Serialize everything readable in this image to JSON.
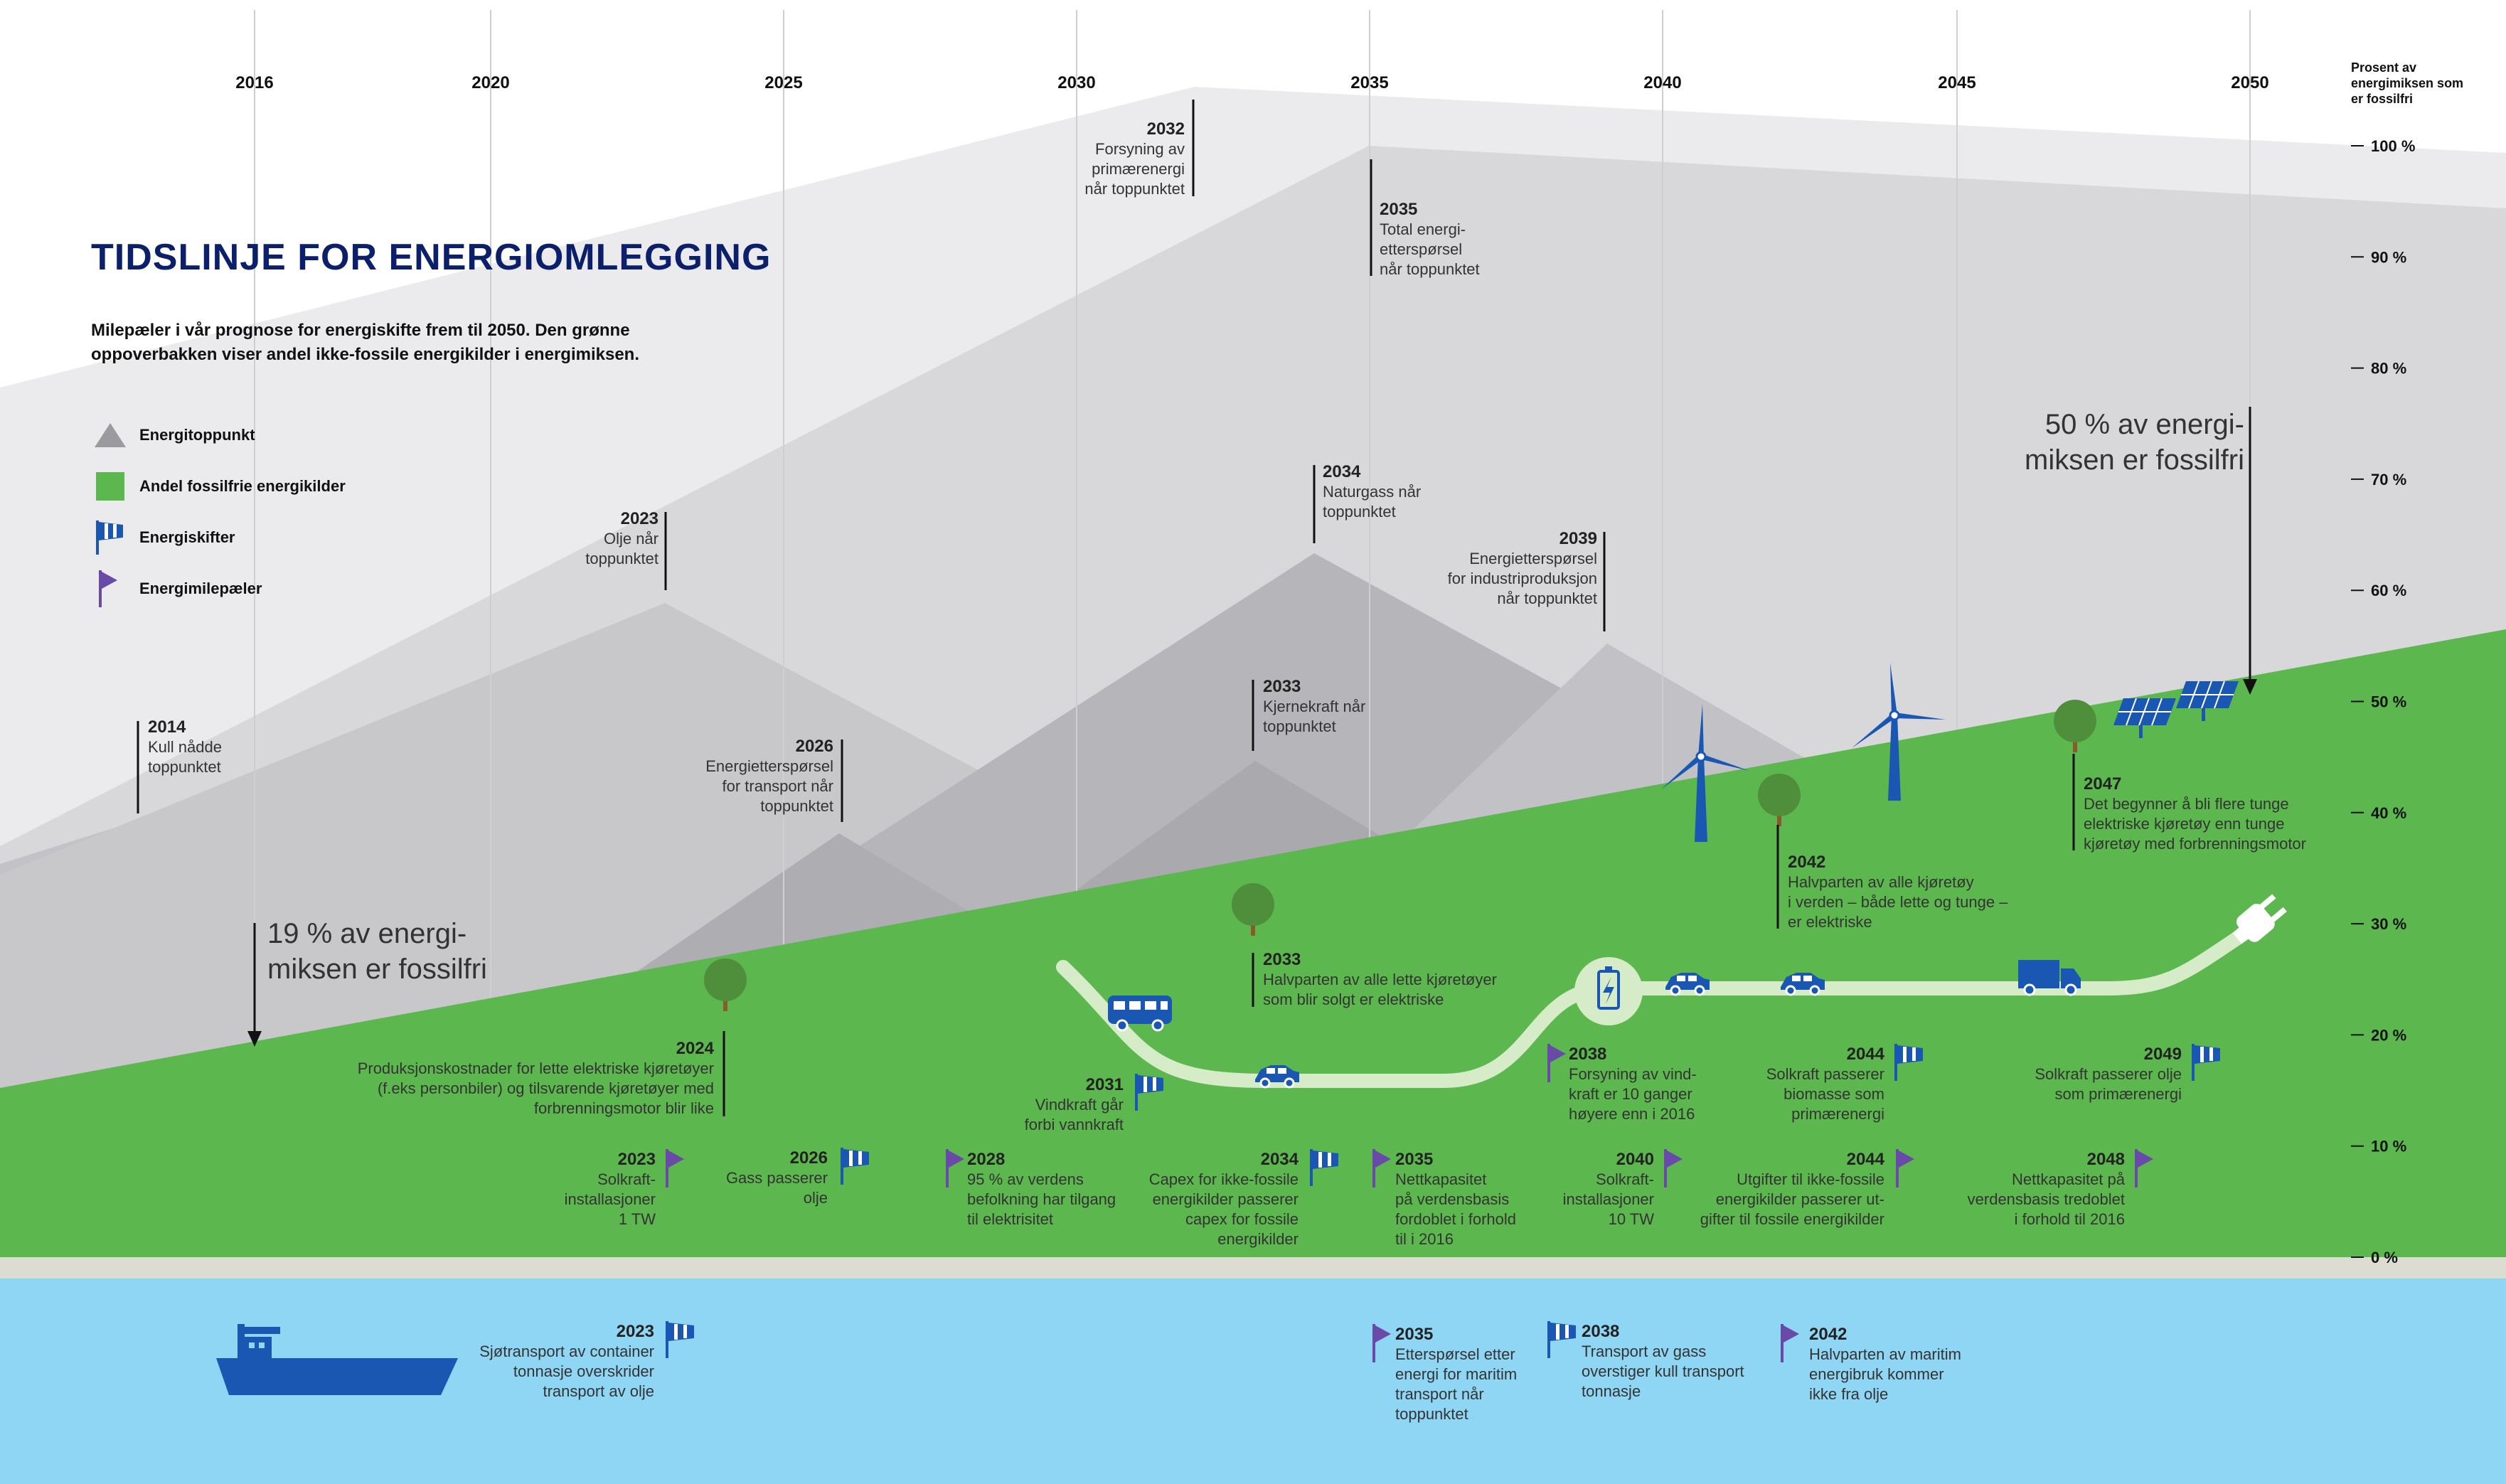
{
  "title": "TIDSLINJE FOR ENERGIOMLEGGING",
  "subtitle": "Milepæler i vår prognose for energiskifte frem til 2050. Den grønne oppoverbakken viser andel ikke-fossile energikilder i energimiksen.",
  "legend": [
    {
      "icon": "mountain-icon",
      "label": "Energitoppunkt"
    },
    {
      "icon": "green-square-icon",
      "label": "Andel fossilfrie energikilder"
    },
    {
      "icon": "windsock-icon",
      "label": "Energiskifter"
    },
    {
      "icon": "pennant-flag-icon",
      "label": "Energimilepæler"
    }
  ],
  "years": [
    "2016",
    "2020",
    "2025",
    "2030",
    "2035",
    "2040",
    "2045",
    "2050"
  ],
  "axis": {
    "title": "Prosent av energimiksen som er fossilfri",
    "ticks": [
      "100 %",
      "90 %",
      "80 %",
      "70 %",
      "60 %",
      "50 %",
      "40 %",
      "30 %",
      "20 %",
      "10 %",
      "0 %"
    ]
  },
  "notes": {
    "start": "19 % av energi-miksen er fossilfri",
    "end": "50 % av energi-miksen er fossilfri"
  },
  "peaks": [
    {
      "year": "2014",
      "lines": [
        "Kull nådde",
        "toppunktet"
      ]
    },
    {
      "year": "2023",
      "lines": [
        "Olje når",
        "toppunktet"
      ]
    },
    {
      "year": "2026",
      "lines": [
        "Energietterspørsel",
        "for transport når",
        "toppunktet"
      ]
    },
    {
      "year": "2032",
      "lines": [
        "Forsyning av",
        "primærenergi",
        "når toppunktet"
      ]
    },
    {
      "year": "2033",
      "lines": [
        "Kjernekraft når",
        "toppunktet"
      ]
    },
    {
      "year": "2034",
      "lines": [
        "Naturgass når",
        "toppunktet"
      ]
    },
    {
      "year": "2035",
      "lines": [
        "Total energi-",
        "etterspørsel",
        "når toppunktet"
      ]
    },
    {
      "year": "2039",
      "lines": [
        "Energietterspørsel",
        "for industriproduksjon",
        "når toppunktet"
      ]
    }
  ],
  "land_events": [
    {
      "year": "2024",
      "lines": [
        "Produksjonskostnader for lette elektriske kjøretøyer",
        "(f.eks personbiler) og tilsvarende kjøretøyer med",
        "forbrenningsmotor blir like"
      ]
    },
    {
      "year": "2033",
      "lines": [
        "Halvparten av alle lette kjøretøyer",
        "som blir solgt er elektriske"
      ]
    },
    {
      "year": "2042",
      "lines": [
        "Halvparten av alle kjøretøy",
        "i verden – både lette og tunge –",
        "er elektriske"
      ]
    },
    {
      "year": "2047",
      "lines": [
        "Det begynner å bli flere tunge",
        "elektriske kjøretøy enn tunge",
        "kjøretøy med forbrenningsmotor"
      ]
    },
    {
      "year": "2031",
      "lines": [
        "Vindkraft går",
        "forbi vannkraft"
      ]
    },
    {
      "year": "2038",
      "lines": [
        "Forsyning av vind-",
        "kraft er 10 ganger",
        "høyere enn i 2016"
      ]
    },
    {
      "year": "2044",
      "lines": [
        "Solkraft passerer",
        "biomasse som",
        "primærenergi"
      ]
    },
    {
      "year": "2049",
      "lines": [
        "Solkraft passerer olje",
        "som primærenergi"
      ]
    },
    {
      "year": "2023",
      "lines": [
        "Solkraft-",
        "installasjoner",
        "1 TW"
      ]
    },
    {
      "year": "2026",
      "lines": [
        "Gass passerer",
        "olje"
      ]
    },
    {
      "year": "2028",
      "lines": [
        "95 % av verdens",
        "befolkning har tilgang",
        "til elektrisitet"
      ]
    },
    {
      "year": "2034",
      "lines": [
        "Capex for ikke-fossile",
        "energikilder passerer",
        "capex for fossile",
        "energikilder"
      ]
    },
    {
      "year": "2035",
      "lines": [
        "Nettkapasitet",
        "på verdensbasis",
        "fordoblet i forhold",
        "til i 2016"
      ]
    },
    {
      "year": "2040",
      "lines": [
        "Solkraft-",
        "installasjoner",
        "10 TW"
      ]
    },
    {
      "year": "2044",
      "lines": [
        "Utgifter til ikke-fossile",
        "energikilder passerer ut-",
        "gifter til fossile energikilder"
      ]
    },
    {
      "year": "2048",
      "lines": [
        "Nettkapasitet på",
        "verdensbasis tredoblet",
        "i forhold til  2016"
      ]
    }
  ],
  "sea_events": [
    {
      "year": "2023",
      "lines": [
        "Sjøtransport av container",
        "tonnasje overskrider",
        "transport av olje"
      ]
    },
    {
      "year": "2035",
      "lines": [
        "Etterspørsel etter",
        "energi for maritim",
        "transport når",
        "toppunktet"
      ]
    },
    {
      "year": "2038",
      "lines": [
        "Transport av gass",
        "overstiger kull transport",
        "tonnasje"
      ]
    },
    {
      "year": "2042",
      "lines": [
        "Halvparten av maritim",
        "energibruk kommer",
        "ikke fra olje"
      ]
    }
  ],
  "colors": {
    "green": "#5cb84e",
    "road": "#d6ecc8",
    "sea": "#8fd6f5",
    "shore": "#dcdcd2",
    "navy": "#0b1f6b",
    "blue": "#1a57b3",
    "purple": "#6a4aa8",
    "tree": "#4f8e3a"
  }
}
